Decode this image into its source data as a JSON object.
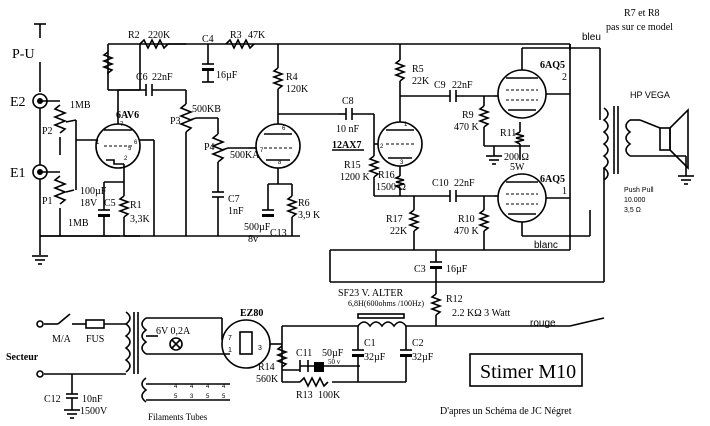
{
  "header": {
    "note_line1": "R7 et R8",
    "note_line2": "pas sur ce model"
  },
  "inputs": {
    "pu": "P-U",
    "e2": "E2",
    "e1": "E1",
    "mb1": "1MB",
    "mb2": "1MB",
    "p1": "P1",
    "p2": "P2"
  },
  "components": {
    "r1": "R1",
    "r1v": "3,3K",
    "r2": "R2",
    "r2v": "220K",
    "r3": "R3",
    "r3v": "47K",
    "r4": "R4",
    "r4v": "120K",
    "r5": "R5",
    "r5v": "22K",
    "r6": "R6",
    "r6v": "3,9 K",
    "r9": "R9",
    "r9v": "470 K",
    "r10": "R10",
    "r10v": "470 K",
    "r11": "R11",
    "r11v": "200 Ω",
    "r11w": "5W",
    "r12": "R12",
    "r12v": "2.2 KΩ  3 Watt",
    "r13": "R13",
    "r13v": "100K",
    "r14": "R14",
    "r14v": "560K",
    "r15": "R15",
    "r15v": "1200 K",
    "r16": "R16",
    "r16v": "1500 Ω",
    "r17": "R17",
    "r17v": "22K",
    "c1": "C1",
    "c1v": "32µF",
    "c2": "C2",
    "c2v": "32µF",
    "c3": "C3",
    "c3v": "16µF",
    "c4": "C4",
    "c4v": "16µF",
    "c5": "C5",
    "c5v1": "100µF",
    "c5v2": "18V",
    "c6": "C6",
    "c6v": "22nF",
    "c7": "C7",
    "c7v": "1nF",
    "c8": "C8",
    "c8v": "10 nF",
    "c9": "C9",
    "c9v": "22nF",
    "c10": "C10",
    "c10v": "22nF",
    "c11": "C11",
    "c11v": "50µF",
    "c11vv": "50 v",
    "c12": "C12",
    "c12v1": "10nF",
    "c12v2": "1500V",
    "c13": "C13",
    "c13v1": "500µF",
    "c13v2": "8v",
    "p3": "P3",
    "p3v": "500KB",
    "p4": "P4",
    "p4v": "500KA"
  },
  "tubes": {
    "v1": "6AV6",
    "v2": "12AX7",
    "v3a": "6AQ5",
    "v3b": "6AQ5",
    "rect": "EZ80",
    "pin2": "2",
    "pin1": "1"
  },
  "output": {
    "speaker": "HP VEGA",
    "pp1": "Push Pull",
    "pp2": "10.000",
    "pp3": "3,5  Ω",
    "bleu": "bleu",
    "blanc": "blanc",
    "rouge": "rouge"
  },
  "power": {
    "choke1": "SF23 V. ALTER",
    "choke2": "6,8H(600ohms /100Hz)",
    "lamp": "6V 0,2A",
    "secteur": "Secteur",
    "ma": "M/A",
    "fus": "FUS",
    "filaments": "Filaments Tubes"
  },
  "footer": {
    "title": "Stimer M10",
    "credit": "D'apres un  Schéma de JC Négret"
  }
}
